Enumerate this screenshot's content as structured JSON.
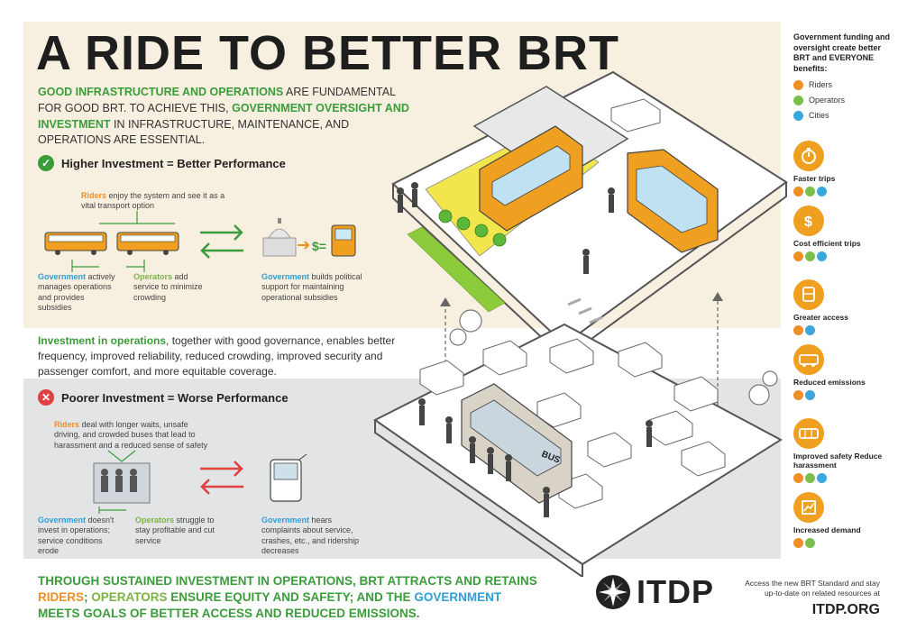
{
  "title": "A RIDE TO BETTER BRT",
  "intro": {
    "p1": "GOOD INFRASTRUCTURE AND OPERATIONS",
    "p2": " ARE FUNDAMENTAL FOR GOOD BRT. TO ACHIEVE THIS, ",
    "p3": "GOVERNMENT OVERSIGHT AND INVESTMENT",
    "p4": " IN INFRASTRUCTURE, MAINTENANCE, AND OPERATIONS ARE ESSENTIAL."
  },
  "good": {
    "heading": "Higher Investment = Better Performance",
    "riders_word": "Riders",
    "riders_text": " enjoy the system and see it as a vital transport option",
    "gov_word": "Government",
    "gov_text": " actively manages operations and provides subsidies",
    "ops_word": "Operators",
    "ops_text": " add service to minimize crowding",
    "gov2_word": "Government",
    "gov2_text": " builds political support for maintaining operational subsidies"
  },
  "middle": {
    "lead": "Investment in operations",
    "rest": ", together with good governance, enables better frequency, improved reliability, reduced crowding, improved security and passenger comfort, and more equitable coverage."
  },
  "bad": {
    "heading": "Poorer Investment = Worse Performance",
    "riders_word": "Riders",
    "riders_text": " deal with longer waits, unsafe driving, and crowded buses that lead to harassment and a reduced sense of safety",
    "gov_word": "Government",
    "gov_text": " doesn't invest in operations; service conditions erode",
    "ops_word": "Operators",
    "ops_text": " struggle to stay profitable and cut service",
    "gov2_word": "Government",
    "gov2_text": " hears complaints about service, crashes, etc., and ridership decreases"
  },
  "bus_sign": "BUS",
  "footer": {
    "l1": "THROUGH SUSTAINED INVESTMENT IN OPERATIONS, BRT ATTRACTS AND RETAINS ",
    "riders": "RIDERS",
    "l2": "; ",
    "operators": "OPERATORS",
    "l3": " ENSURE EQUITY AND SAFETY; AND THE ",
    "government": "GOVERNMENT",
    "l4": " MEETS GOALS OF BETTER ACCESS AND REDUCED EMISSIONS."
  },
  "logo": "ITDP",
  "access_text": "Access the new BRT Standard and stay up-to-date on related resources at",
  "url": "ITDP.ORG",
  "sidebar": {
    "heading": "Government funding and oversight create better BRT and EVERYONE benefits:",
    "legend": [
      "Riders",
      "Operators",
      "Cities"
    ],
    "benefits": [
      {
        "label": "Faster trips",
        "icon": "stopwatch-icon",
        "dots": [
          "o",
          "g",
          "b"
        ]
      },
      {
        "label": "Cost efficient trips",
        "icon": "dollar-icon",
        "dots": [
          "o",
          "g",
          "b"
        ]
      },
      {
        "label": "Greater access",
        "icon": "bus-front-icon",
        "dots": [
          "o",
          "b"
        ]
      },
      {
        "label": "Reduced emissions",
        "icon": "bus-side-icon",
        "dots": [
          "o",
          "b"
        ]
      },
      {
        "label": "Improved safety Reduce harassment",
        "icon": "bus-safety-icon",
        "dots": [
          "o",
          "g",
          "b"
        ]
      },
      {
        "label": "Increased demand",
        "icon": "chart-icon",
        "dots": [
          "o",
          "g"
        ]
      }
    ]
  },
  "colors": {
    "green": "#3b9c3b",
    "orange": "#ef8d26",
    "blue": "#2f9fd8",
    "red": "#e04040",
    "bus_orange": "#f0a020"
  }
}
